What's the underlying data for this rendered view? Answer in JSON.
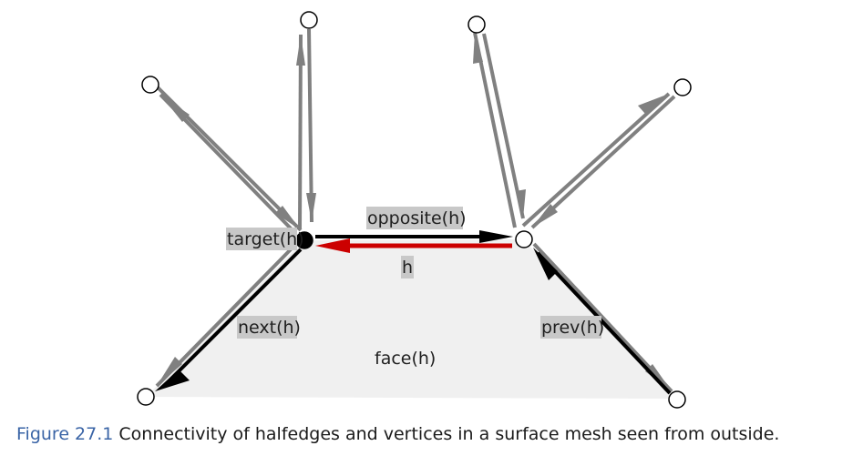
{
  "labels": {
    "target": "target(h)",
    "opposite": "opposite(h)",
    "h": "h",
    "next": "next(h)",
    "prev": "prev(h)",
    "face": "face(h)"
  },
  "caption": {
    "number": "Figure 27.1",
    "text": "Connectivity of halfedges and vertices in a surface mesh seen from outside."
  },
  "colors": {
    "halfedge_gray": "#808080",
    "halfedge_black": "#000000",
    "halfedge_red": "#cc0000",
    "face_fill": "#f0f0f0",
    "label_bg": "#c8c8c8",
    "caption_number": "#3a64a6"
  }
}
